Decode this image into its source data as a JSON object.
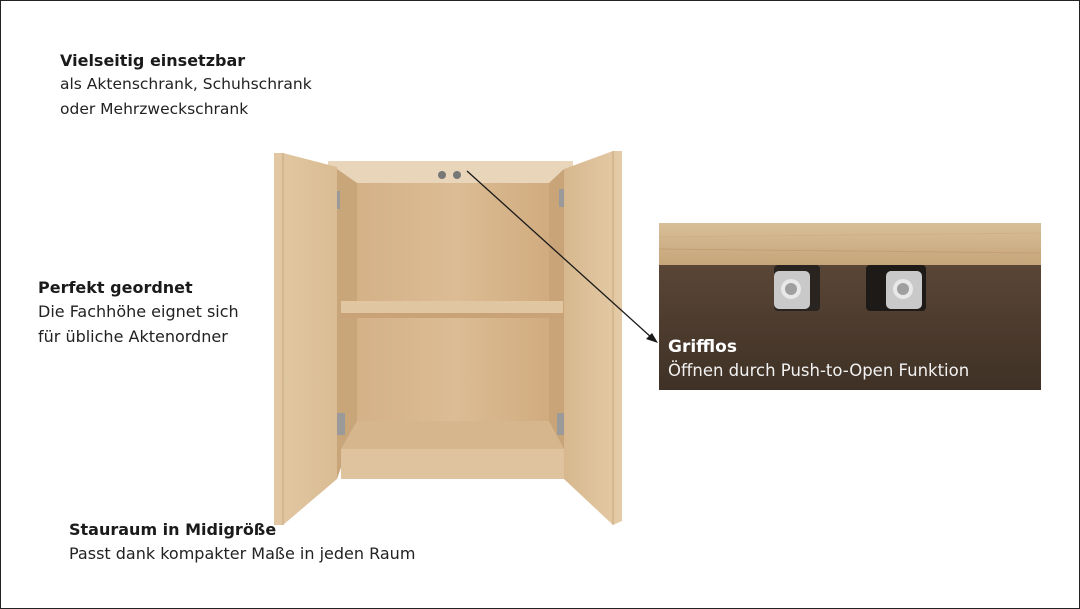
{
  "features": {
    "versatile": {
      "title": "Vielseitig einsetzbar",
      "lines": [
        "als Aktenschrank, Schuhschrank",
        "oder Mehrzweckschrank"
      ]
    },
    "organized": {
      "title": "Perfekt geordnet",
      "lines": [
        "Die Fachhöhe eignet sich",
        "für übliche Aktenordner"
      ]
    },
    "storage": {
      "title": "Stauraum in Midigröße",
      "lines": [
        "Passt dank kompakter Maße in jeden Raum"
      ]
    }
  },
  "detail": {
    "title": "Grifflos",
    "lines": [
      "Öffnen durch Push-to-Open Funktion"
    ]
  },
  "colors": {
    "wood_light": "#e3c9a4",
    "wood_mid": "#d8b98f",
    "wood_dark": "#b99465",
    "detail_bg": "#4a3a2e"
  }
}
